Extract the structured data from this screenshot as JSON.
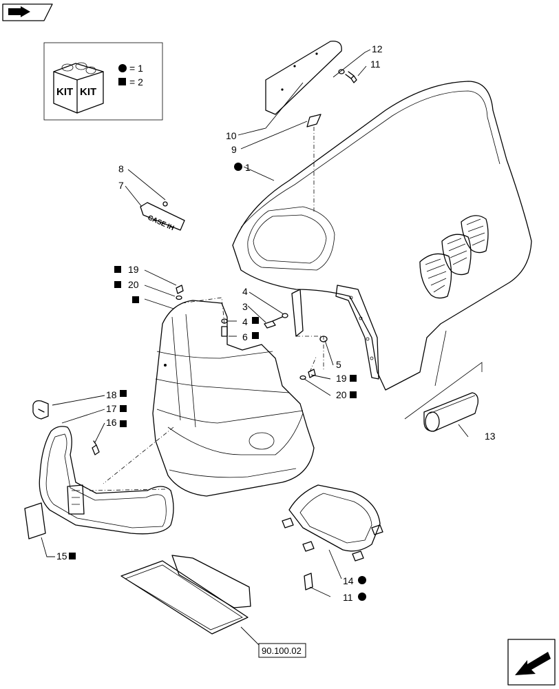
{
  "legend": {
    "kit_text_1": "KIT",
    "kit_text_2": "KIT",
    "circle_label": "= 1",
    "square_label": "= 2"
  },
  "callouts": {
    "c1": "1",
    "c3": "3",
    "c4a": "4",
    "c4b": "4",
    "c5": "5",
    "c6": "6",
    "c7": "7",
    "c8": "8",
    "c9": "9",
    "c10": "10",
    "c11a": "11",
    "c11b": "11",
    "c12": "12",
    "c13": "13",
    "c14": "14",
    "c15": "15",
    "c16": "16",
    "c17": "17",
    "c18": "18",
    "c19a": "19",
    "c19b": "19",
    "c20a": "20",
    "c20b": "20"
  },
  "reference": "90.100.02",
  "brand_text": "CASE IH",
  "icons": {
    "top_left": "open-book-arrow-icon",
    "bottom_right": "next-page-arrow-icon"
  },
  "colors": {
    "ink": "#000000",
    "paper": "#ffffff"
  }
}
